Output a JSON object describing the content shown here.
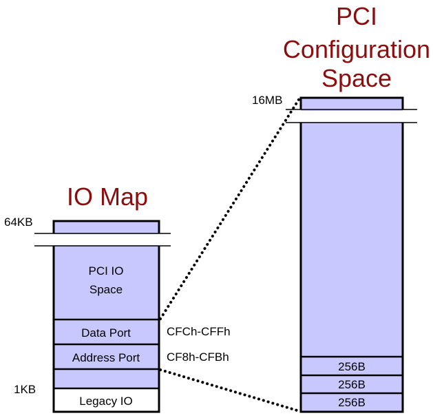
{
  "io_map": {
    "title": "IO Map",
    "top_size": "64KB",
    "bottom_size": "1KB",
    "pci_io_space": [
      "PCI IO",
      "Space"
    ],
    "data_port": {
      "label": "Data Port",
      "range": "CFCh-CFFh"
    },
    "address_port": {
      "label": "Address Port",
      "range": "CF8h-CFBh"
    },
    "legacy_io": "Legacy IO"
  },
  "pci_config": {
    "title": [
      "PCI",
      "Configuration",
      "Space"
    ],
    "top_size": "16MB",
    "blocks": [
      "256B",
      "256B",
      "256B"
    ]
  },
  "colors": {
    "region_fill": "#c8c8ff",
    "title_color": "#8b0d0d"
  }
}
